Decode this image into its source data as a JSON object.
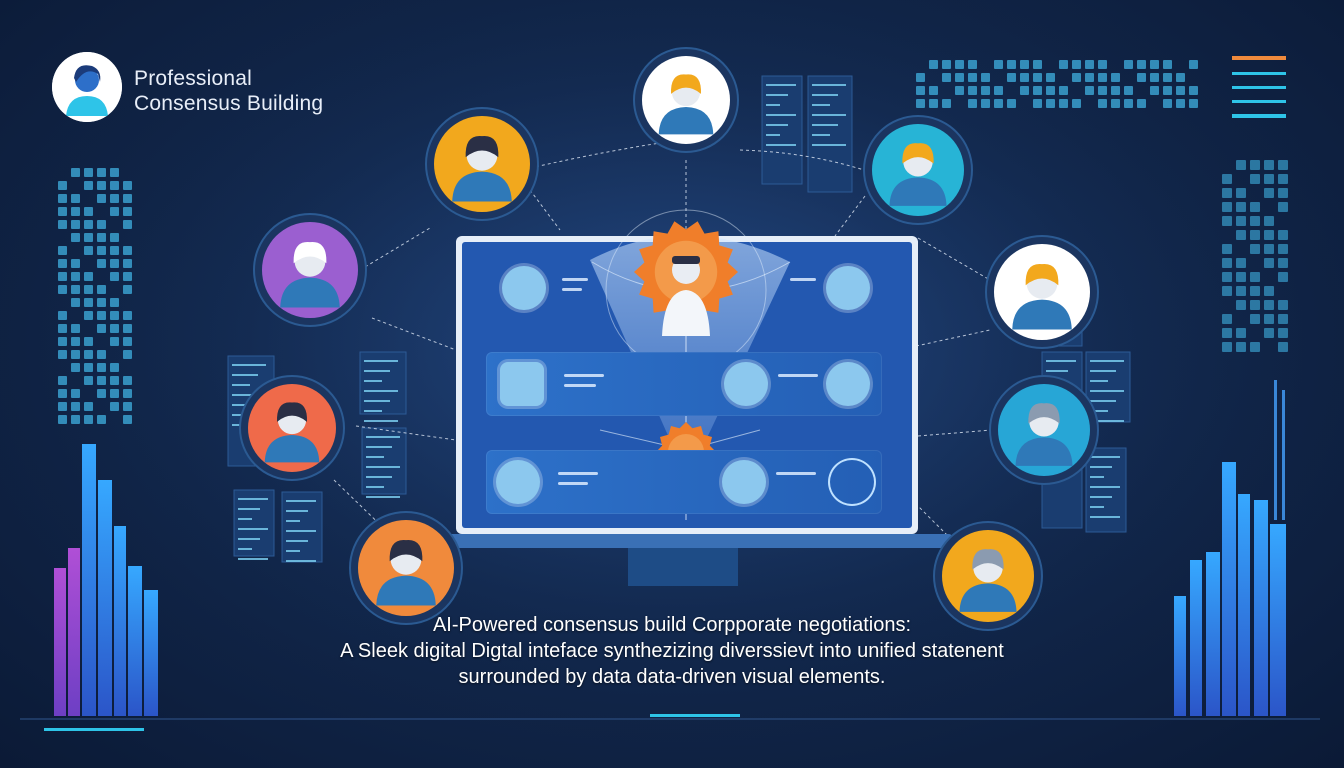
{
  "brand": {
    "line1": "Professional",
    "line2": "Consensus Building",
    "logo_icon": "user-avatar-icon"
  },
  "caption": {
    "line1": "AI-Powered consensus build Corpporate negotiations:",
    "line2": "A Sleek digital Digtal inteface synthezizing diverssievt into unified statenent",
    "line3": "surrounded by data data-driven visual elements."
  },
  "colors": {
    "background": "#12284d",
    "accent_cyan": "#2ec4e8",
    "accent_orange": "#f07e2a",
    "screen_blue": "#2d6fc9",
    "bar_purple": "#8a3fd1"
  },
  "avatars": [
    {
      "id": "top-left",
      "ring": "#f2a81d",
      "hair": "#2a2f45",
      "icon": "person-icon"
    },
    {
      "id": "top-center",
      "ring": "#ffffff",
      "hair": "#f2a81d",
      "icon": "person-icon"
    },
    {
      "id": "top-right",
      "ring": "#27b4d6",
      "hair": "#f2a81d",
      "icon": "person-icon"
    },
    {
      "id": "mid-left",
      "ring": "#9b5fd0",
      "hair": "#ffffff",
      "icon": "person-icon"
    },
    {
      "id": "mid-right",
      "ring": "#ffffff",
      "hair": "#f2a81d",
      "icon": "person-icon"
    },
    {
      "id": "lower-left",
      "ring": "#ef6a4a",
      "hair": "#2a2f45",
      "icon": "person-icon"
    },
    {
      "id": "lower-right",
      "ring": "#27a6d6",
      "hair": "#8b9bb0",
      "icon": "person-icon"
    },
    {
      "id": "bottom-left",
      "ring": "#f08a3c",
      "hair": "#2a2f45",
      "icon": "person-icon"
    },
    {
      "id": "bottom-right",
      "ring": "#f2a81d",
      "hair": "#8b9bb0",
      "icon": "person-icon"
    }
  ],
  "panel_icons": [
    "globe-icon",
    "award-icon",
    "cube-icon",
    "gauge-icon",
    "head-icon",
    "face-icon"
  ],
  "center_icons": [
    "gear-icon",
    "funnel-icon"
  ]
}
